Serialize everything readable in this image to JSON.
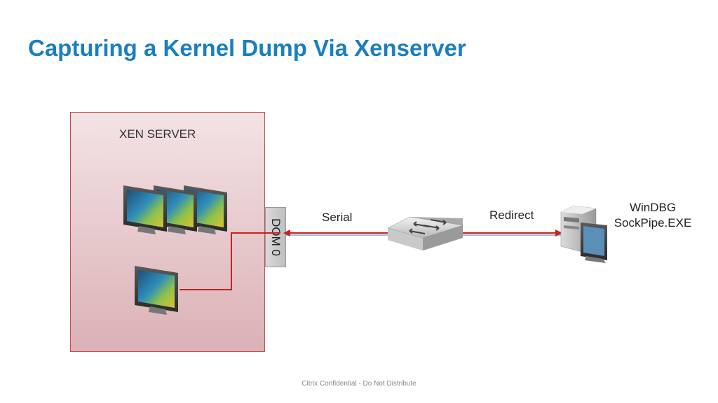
{
  "title": "Capturing a Kernel Dump Via Xenserver",
  "xen_server": {
    "label": "XEN SERVER"
  },
  "dom0": {
    "label": "DOM 0"
  },
  "links": {
    "serial_label": "Serial",
    "redirect_label": "Redirect"
  },
  "workstation": {
    "line1": "WinDBG",
    "line2": "SockPipe.EXE"
  },
  "footer": "Citrix Confidential - Do Not Distribute",
  "colors": {
    "title": "#1a7fc0",
    "box_border": "#c0504d",
    "wire": "#cc1f1f",
    "box_fill_top": "#f3e3e5",
    "box_fill_bottom": "#dbb1b6"
  },
  "icons": [
    "monitor-icon",
    "network-switch-icon",
    "computer-workstation-icon"
  ]
}
